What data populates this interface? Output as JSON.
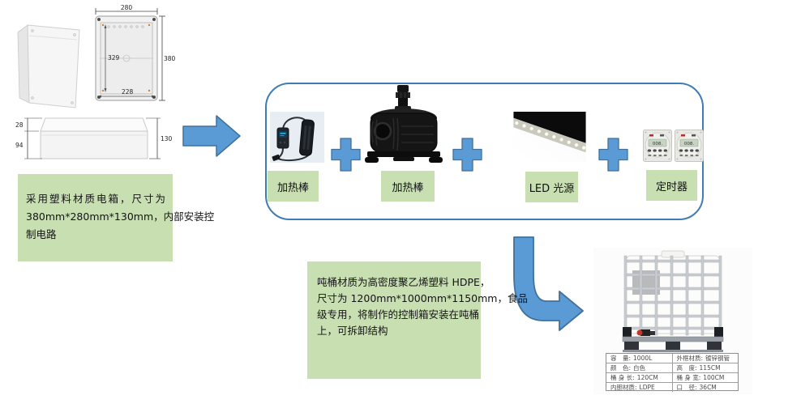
{
  "colors": {
    "note_bg": "#c8dfb2",
    "arrow_fill": "#5b9bd5",
    "arrow_stroke": "#41719c",
    "container_border": "#3e7cb5"
  },
  "enclosure": {
    "top_width": "280",
    "top_height": "380",
    "inner_height": "329",
    "inner_width": "228",
    "side_lid": "28",
    "side_body": "94",
    "side_total": "130"
  },
  "left_note": {
    "lines": [
      "采用塑料材质电箱，尺寸为",
      "380mm*280mm*130mm，内部安装控",
      "制电路"
    ]
  },
  "flow": {
    "components": [
      {
        "name": "heater-rod",
        "label": "加热棒"
      },
      {
        "name": "water-pump",
        "label": "加热棒"
      },
      {
        "name": "led-light",
        "label": "LED 光源"
      },
      {
        "name": "timer",
        "label": "定时器"
      }
    ],
    "timer_display": "008."
  },
  "mid_note": {
    "lines": [
      "吨桶材质为高密度聚乙烯塑料 HDPE，",
      "尺寸为 1200mm*1000mm*1150mm，食品",
      "级专用，将制作的控制箱安装在吨桶",
      "上，可拆卸结构"
    ]
  },
  "ibc": {
    "rows": [
      {
        "c0k": "容　量:",
        "c0v": "1000L",
        "c1k": "外框材质:",
        "c1v": "镀锌钢管"
      },
      {
        "c0k": "颜　色:",
        "c0v": "白色",
        "c1k": "高　度:",
        "c1v": "115CM"
      },
      {
        "c0k": "桶 身 长:",
        "c0v": "120CM",
        "c1k": "桶 身 宽:",
        "c1v": "100CM"
      },
      {
        "c0k": "内胆材质:",
        "c0v": "LDPE",
        "c1k": "口　径:",
        "c1v": "36CM"
      }
    ]
  }
}
